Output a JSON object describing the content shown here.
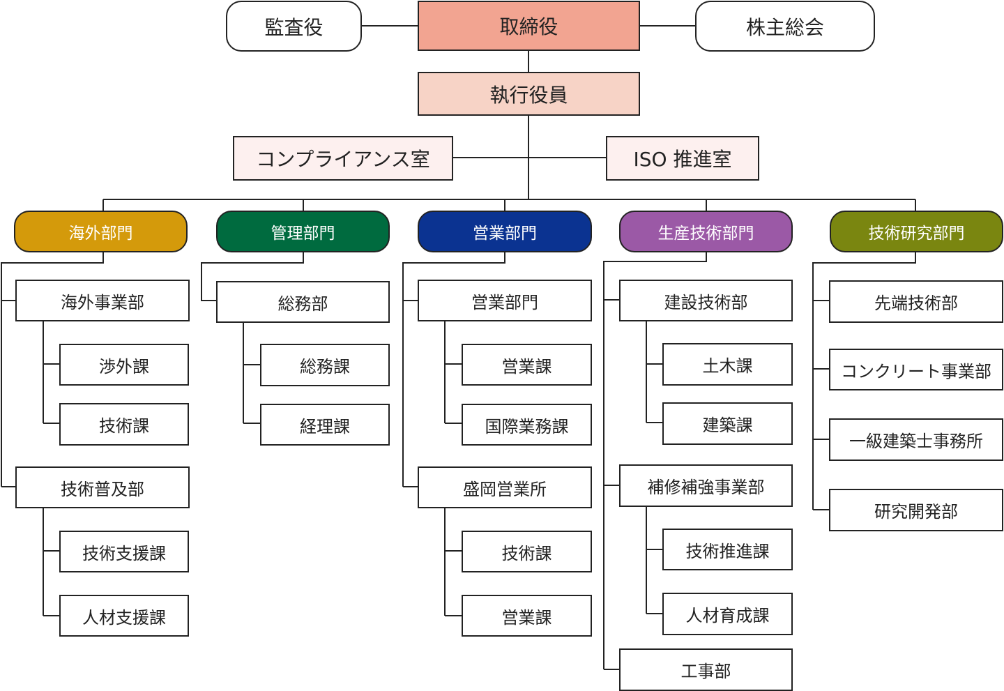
{
  "top": {
    "auditor": "監査役",
    "board": "取締役",
    "shareholders": "株主総会",
    "executive": "執行役員",
    "compliance": "コンプライアンス室",
    "iso": "ISO 推進室"
  },
  "colors": {
    "board": "#f2a491",
    "executive": "#f7d3c6",
    "staff": "#fdf0ef",
    "overseas": "#d49a0b",
    "admin": "#006b3f",
    "sales": "#0b3391",
    "production": "#9b59a6",
    "research": "#7a8610"
  },
  "divisions": [
    {
      "label": "海外部門",
      "units": [
        "海外事業部",
        "渉外課",
        "技術課",
        "技術普及部",
        "技術支援課",
        "人材支援課"
      ]
    },
    {
      "label": "管理部門",
      "units": [
        "総務部",
        "総務課",
        "経理課"
      ]
    },
    {
      "label": "営業部門",
      "units": [
        "営業部門",
        "営業課",
        "国際業務課",
        "盛岡営業所",
        "技術課",
        "営業課"
      ]
    },
    {
      "label": "生産技術部門",
      "units": [
        "建設技術部",
        "土木課",
        "建築課",
        "補修補強事業部",
        "技術推進課",
        "人材育成課",
        "工事部"
      ]
    },
    {
      "label": "技術研究部門",
      "units": [
        "先端技術部",
        "コンクリート事業部",
        "一級建築士事務所",
        "研究開発部"
      ]
    }
  ]
}
